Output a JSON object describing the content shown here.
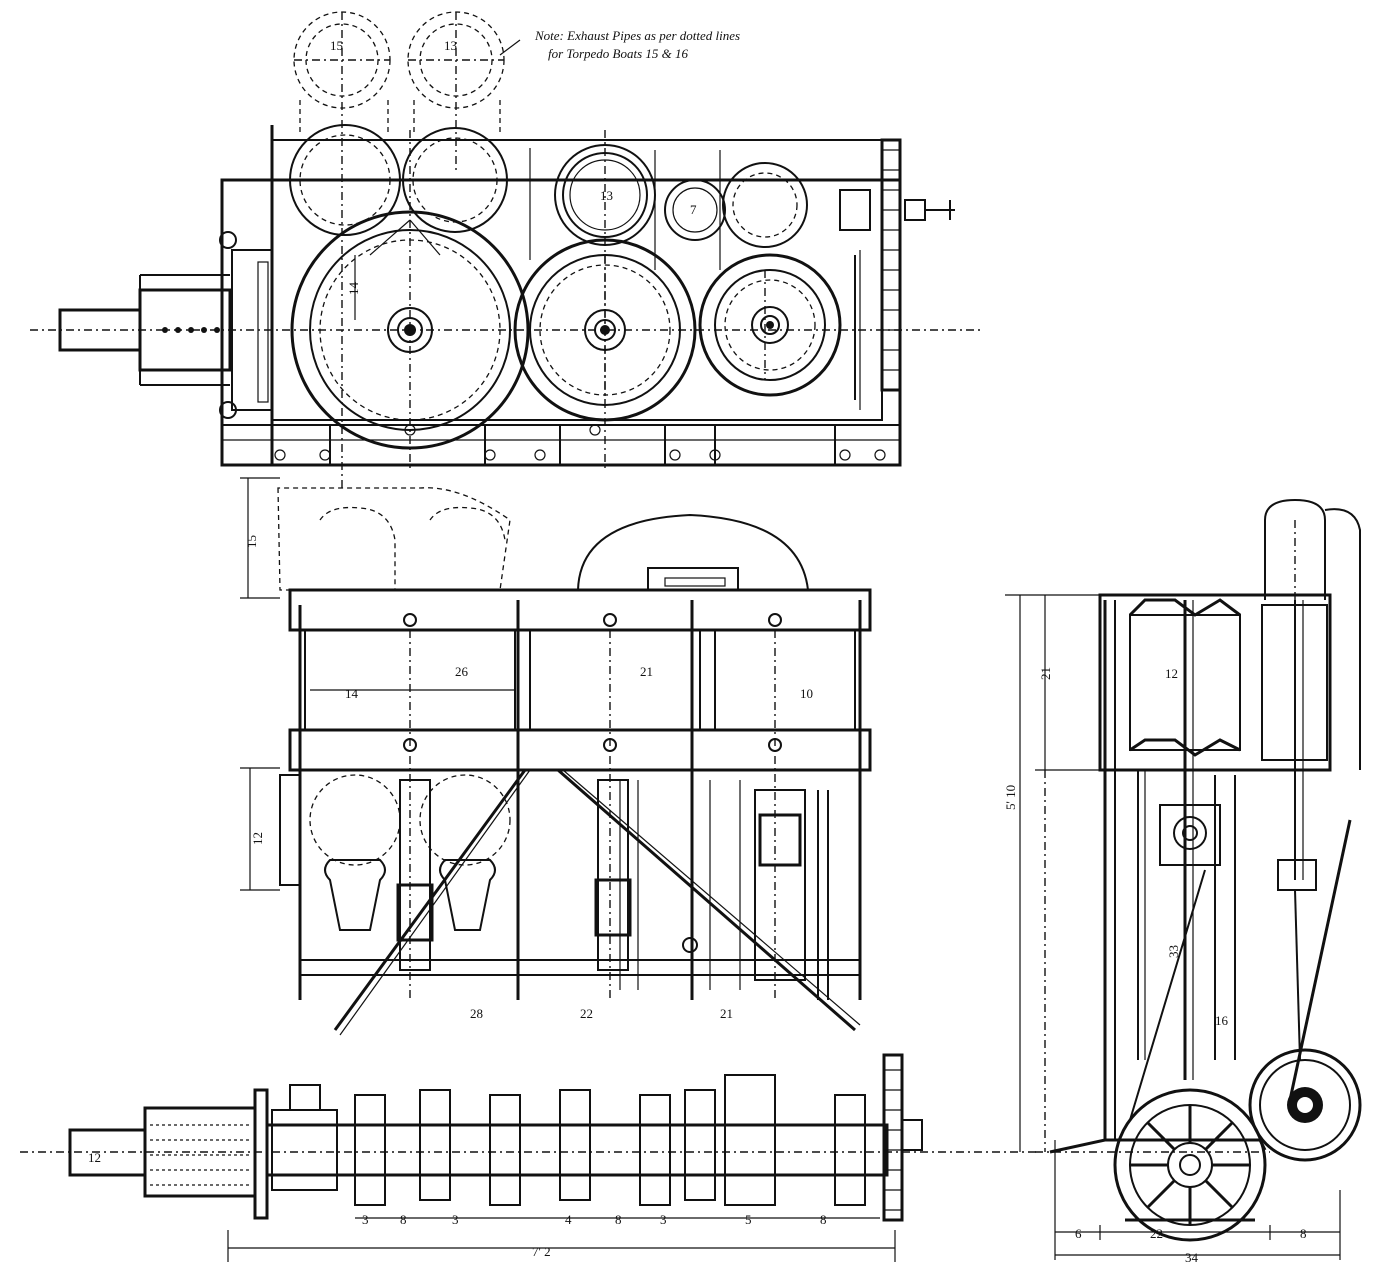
{
  "note": {
    "line1": "Note: Exhaust Pipes as per dotted lines",
    "line2": "for Torpedo Boats 15 & 16"
  },
  "dimensions": {
    "top_cyl_a": "15",
    "top_cyl_b": "13",
    "top_cyl_c": "13",
    "top_cyl_d": "14",
    "top_cyl_e": "7",
    "exhaust_height": "15",
    "hp_bore": "14",
    "ip_bore": "26",
    "lp_bore": "21",
    "lp_bore_b": "10",
    "pipe_height": "12",
    "col_a": "28",
    "col_b": "22",
    "col_c": "21",
    "shaft": "12",
    "journal_1": "3",
    "journal_2": "8",
    "journal_3": "3",
    "journal_4": "4",
    "journal_5": "8",
    "journal_6": "3",
    "journal_7": "5",
    "journal_8": "8",
    "overall_length": "7' 2",
    "side_cyl": "12",
    "side_stroke": "21",
    "side_height": "5' 10",
    "side_rod": "33",
    "side_rod_b": "16",
    "side_base_a": "6",
    "side_base_b": "22",
    "side_base_c": "8",
    "side_overall": "34"
  }
}
